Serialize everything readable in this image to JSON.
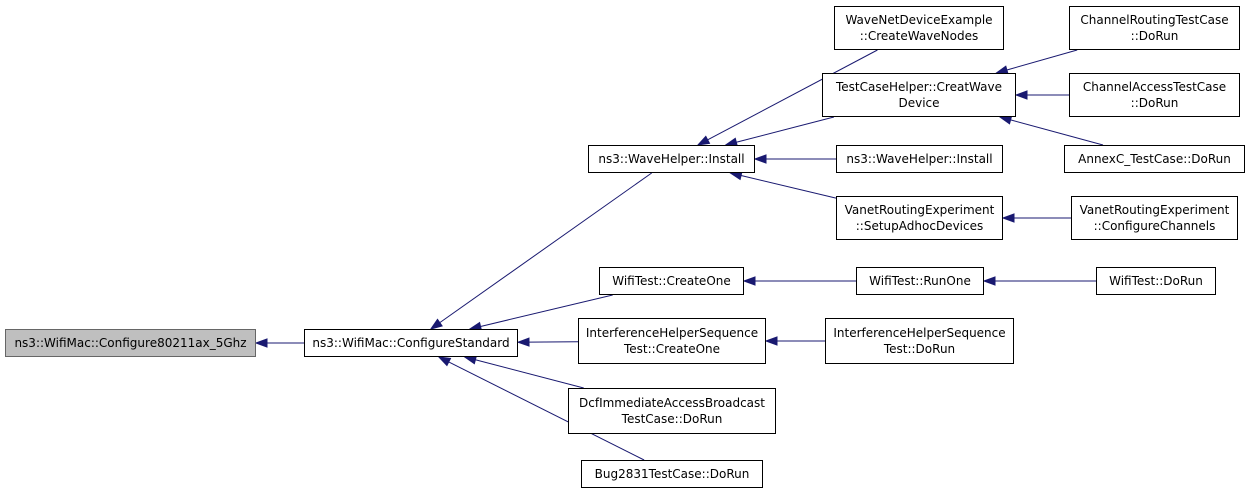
{
  "colors": {
    "edge": "#191970",
    "root_fill": "#bfbfbf",
    "node_border": "#000000"
  },
  "nodes": {
    "root": {
      "lines": [
        "ns3::WifiMac::Configure80211ax_5Ghz"
      ]
    },
    "configStd": {
      "lines": [
        "ns3::WifiMac::ConfigureStandard"
      ]
    },
    "waveInstall": {
      "lines": [
        "ns3::WaveHelper::Install"
      ]
    },
    "waveNet": {
      "lines": [
        "WaveNetDeviceExample",
        "::CreateWaveNodes"
      ]
    },
    "tcHelper": {
      "lines": [
        "TestCaseHelper::CreatWave",
        "Device"
      ]
    },
    "waveInstall2": {
      "lines": [
        "ns3::WaveHelper::Install"
      ]
    },
    "vanetSetup": {
      "lines": [
        "VanetRoutingExperiment",
        "::SetupAdhocDevices"
      ]
    },
    "chanRouting": {
      "lines": [
        "ChannelRoutingTestCase",
        "::DoRun"
      ]
    },
    "chanAccess": {
      "lines": [
        "ChannelAccessTestCase",
        "::DoRun"
      ]
    },
    "annexC": {
      "lines": [
        "AnnexC_TestCase::DoRun"
      ]
    },
    "vanetConfig": {
      "lines": [
        "VanetRoutingExperiment",
        "::ConfigureChannels"
      ]
    },
    "wifiCreate": {
      "lines": [
        "WifiTest::CreateOne"
      ]
    },
    "wifiRunOne": {
      "lines": [
        "WifiTest::RunOne"
      ]
    },
    "wifiDoRun": {
      "lines": [
        "WifiTest::DoRun"
      ]
    },
    "interfCreate": {
      "lines": [
        "InterferenceHelperSequence",
        "Test::CreateOne"
      ]
    },
    "interfDoRun": {
      "lines": [
        "InterferenceHelperSequence",
        "Test::DoRun"
      ]
    },
    "dcf": {
      "lines": [
        "DcfImmediateAccessBroadcast",
        "TestCase::DoRun"
      ]
    },
    "bug2831": {
      "lines": [
        "Bug2831TestCase::DoRun"
      ]
    }
  },
  "edges": [
    [
      "configStd",
      "root"
    ],
    [
      "waveInstall",
      "configStd"
    ],
    [
      "wifiCreate",
      "configStd"
    ],
    [
      "interfCreate",
      "configStd"
    ],
    [
      "dcf",
      "configStd"
    ],
    [
      "bug2831",
      "configStd"
    ],
    [
      "waveNet",
      "waveInstall"
    ],
    [
      "tcHelper",
      "waveInstall"
    ],
    [
      "waveInstall2",
      "waveInstall"
    ],
    [
      "vanetSetup",
      "waveInstall"
    ],
    [
      "chanRouting",
      "tcHelper"
    ],
    [
      "chanAccess",
      "tcHelper"
    ],
    [
      "annexC",
      "tcHelper"
    ],
    [
      "vanetConfig",
      "vanetSetup"
    ],
    [
      "wifiRunOne",
      "wifiCreate"
    ],
    [
      "wifiDoRun",
      "wifiRunOne"
    ],
    [
      "interfDoRun",
      "interfCreate"
    ]
  ]
}
